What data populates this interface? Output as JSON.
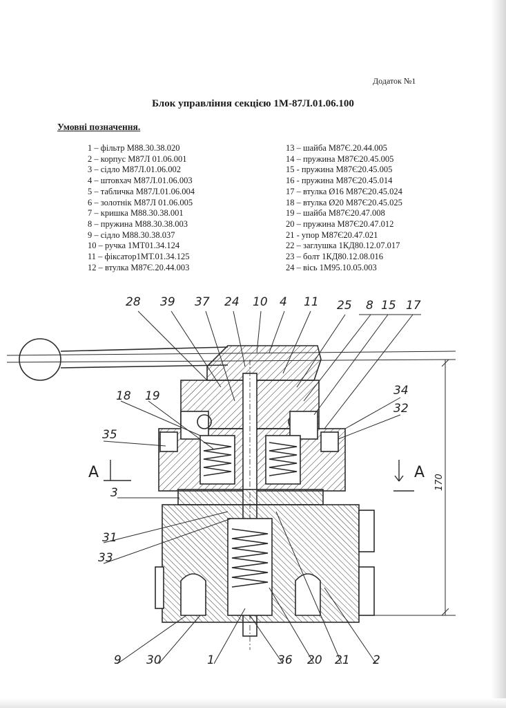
{
  "appendix": "Додаток №1",
  "title": "Блок управління секцією 1М-87Л.01.06.100",
  "legend_heading": "Умовні позначення.",
  "parts_left": [
    "1 – фільтр М88.30.38.020",
    "2 – корпус М87Л 01.06.001",
    "3 – сідло М87Л.01.06.002",
    "4 – штовхач М87Л.01.06.003",
    "5 – табличка М87Л.01.06.004",
    "6 – золотнік М87Л 01.06.005",
    "7 – кришка М88.30.38.001",
    "8 – пружина М88.30.38.003",
    "9 – сідло М88.30.38.037",
    "10 – ручка 1МТ01.34.124",
    "11 – фіксатор1МТ.01.34.125",
    "12 – втулка М87Є.20.44.003"
  ],
  "parts_right": [
    "13 – шайба М87Є.20.44.005",
    "14 – пружина М87Є20.45.005",
    "15 - пружина М87Є20.45.005",
    "16 - пружина М87Є20.45.014",
    "17 – втулка Ø16 М87Є20.45.024",
    "18 – втулка Ø20 М87Є20.45.025",
    "19 – шайба М87Є20.47.008",
    "20 – пружина М87Є20.47.012",
    "21 - упор М87Є20.47.021",
    "22 – заглушка 1КД80.12.07.017",
    "23 – болт 1КД80.12.08.016",
    "24 – вісь 1М95.10.05.003"
  ],
  "drawing": {
    "callouts_top": [
      "28",
      "39",
      "37",
      "24",
      "10",
      "4",
      "11",
      "25",
      "8",
      "15",
      "17"
    ],
    "callouts_left": [
      "18",
      "19",
      "35",
      "3",
      "31",
      "33"
    ],
    "callouts_right": [
      "34",
      "32"
    ],
    "callouts_bottom": [
      "9",
      "30",
      "1",
      "36",
      "20",
      "21",
      "2"
    ],
    "section_left": "A",
    "section_right": "A",
    "dimension": "170",
    "ink_color": "#2a2a2a"
  }
}
